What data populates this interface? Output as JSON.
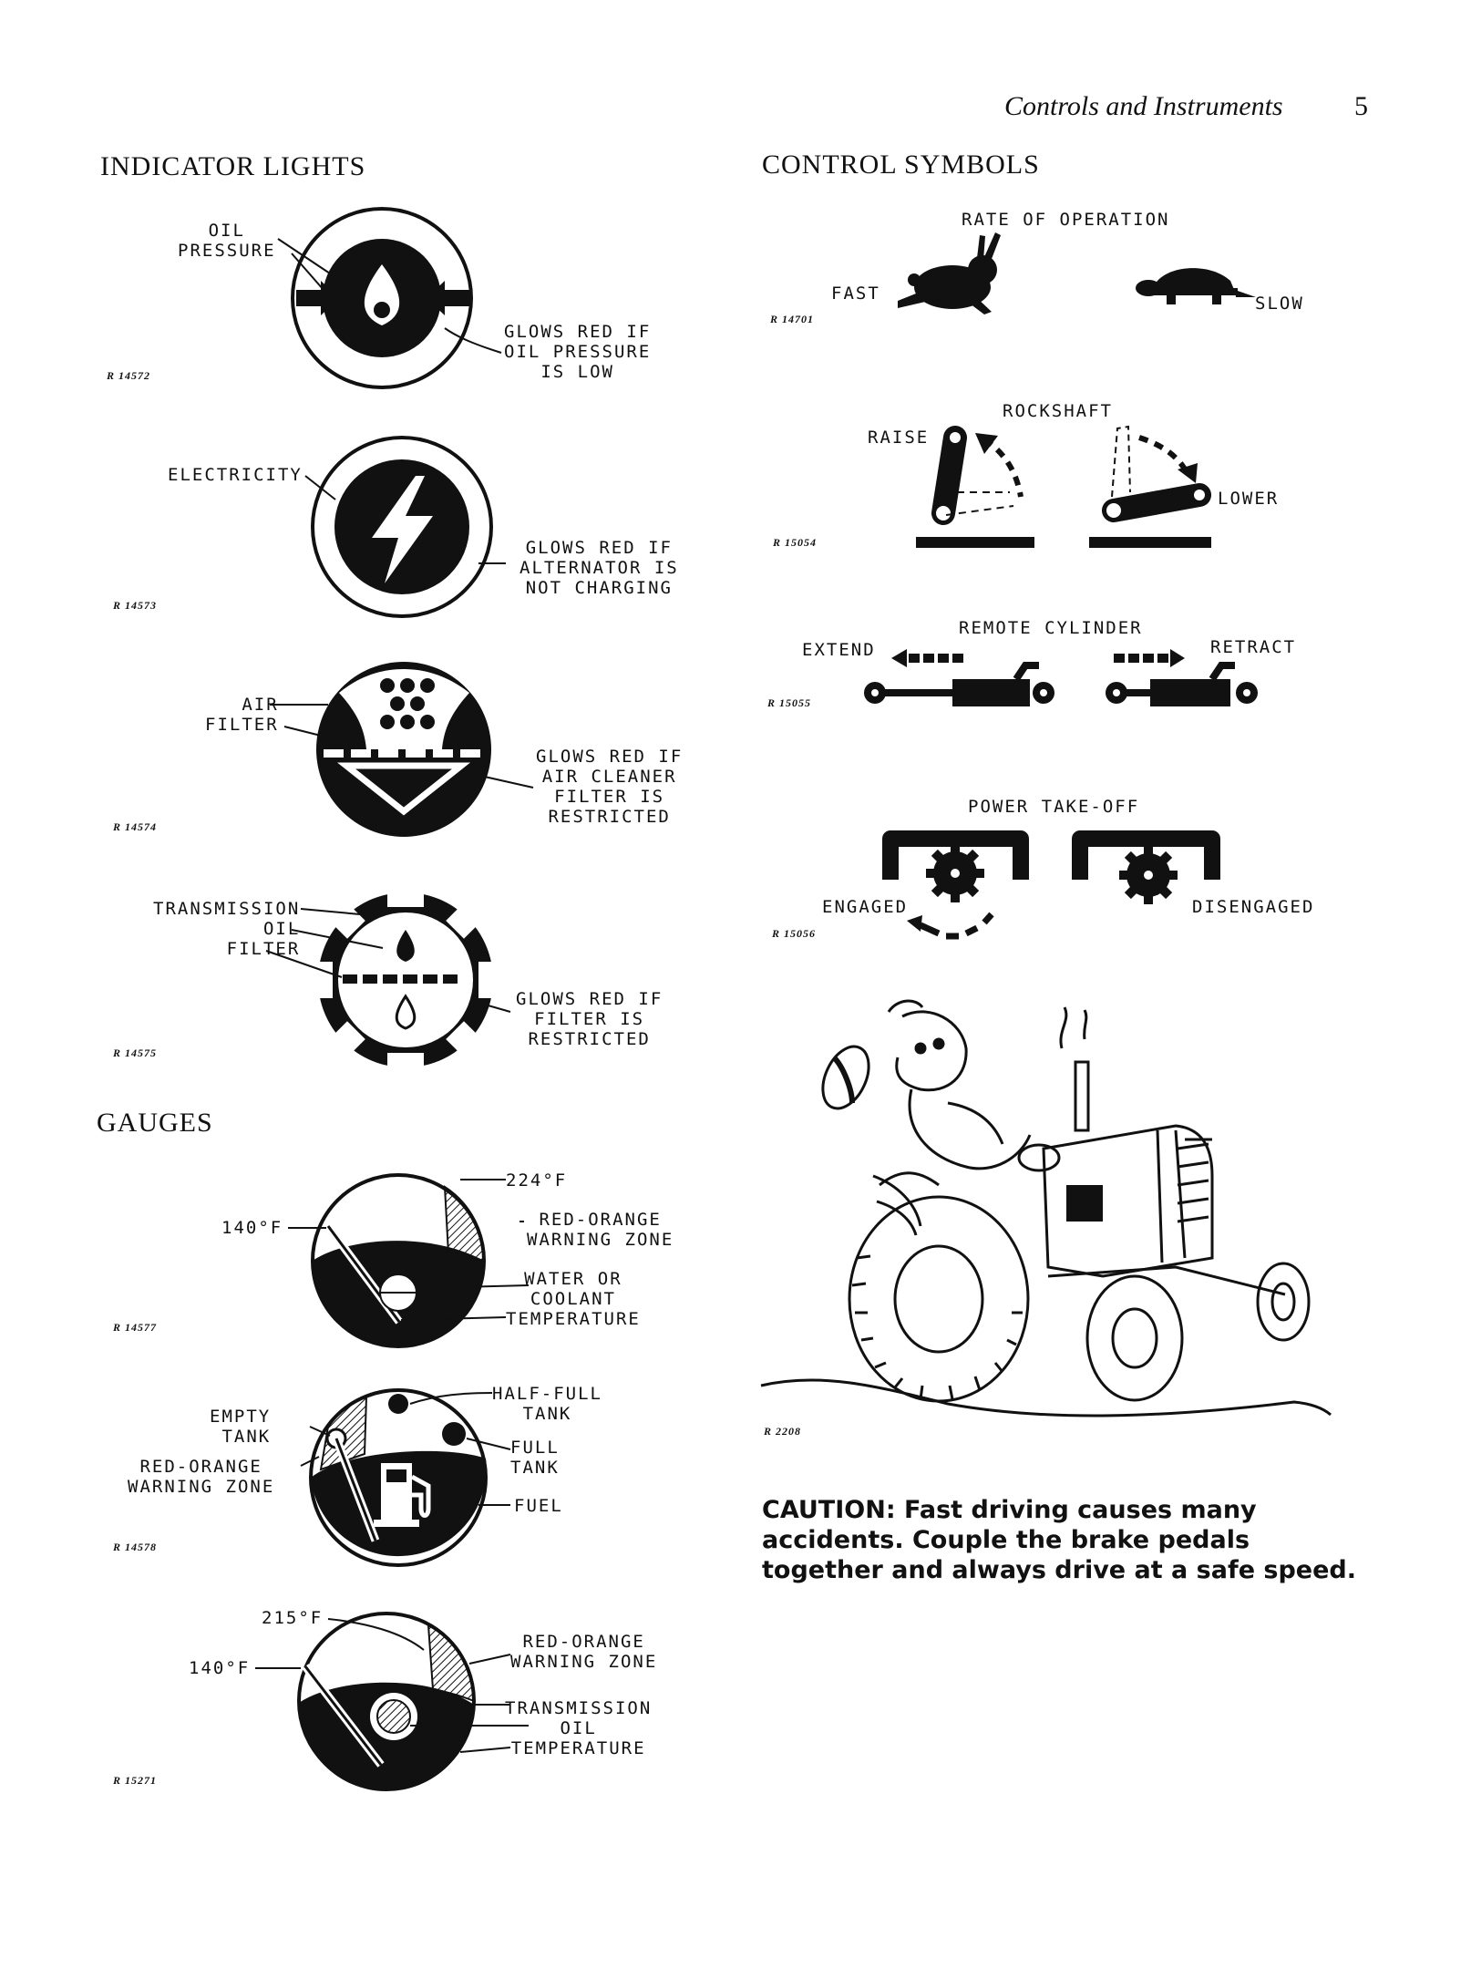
{
  "header": {
    "running_title": "Controls and Instruments",
    "page_number": "5"
  },
  "indicator_lights": {
    "heading": "INDICATOR LIGHTS",
    "oil": {
      "name": "OIL\nPRESSURE",
      "desc": "GLOWS RED IF\nOIL PRESSURE\nIS LOW",
      "ref": "R 14572"
    },
    "electricity": {
      "name": "ELECTRICITY",
      "desc": "GLOWS RED IF\nALTERNATOR IS\nNOT CHARGING",
      "ref": "R 14573"
    },
    "air": {
      "name": "AIR\nFILTER",
      "desc": "GLOWS RED IF\nAIR CLEANER\nFILTER IS\nRESTRICTED",
      "ref": "R 14574"
    },
    "trans": {
      "name": "TRANSMISSION\nOIL\nFILTER",
      "desc": "GLOWS RED IF\nFILTER IS\nRESTRICTED",
      "ref": "R 14575"
    }
  },
  "gauges": {
    "heading": "GAUGES",
    "water": {
      "max": "224°F",
      "min": "140°F",
      "zone": "RED-ORANGE\nWARNING ZONE",
      "desc": "WATER OR\nCOOLANT\nTEMPERATURE",
      "ref": "R 14577"
    },
    "fuel": {
      "half": "HALF-FULL\nTANK",
      "empty": "EMPTY\nTANK",
      "full": "FULL\nTANK",
      "zone": "RED-ORANGE\nWARNING ZONE",
      "desc": "FUEL",
      "ref": "R 14578"
    },
    "trans": {
      "max": "215°F",
      "min": "140°F",
      "zone": "RED-ORANGE\nWARNING ZONE",
      "desc": "TRANSMISSION\nOIL\nTEMPERATURE",
      "ref": "R 15271"
    }
  },
  "control_symbols": {
    "heading": "CONTROL SYMBOLS",
    "rate": {
      "title": "RATE OF OPERATION",
      "fast": "FAST",
      "slow": "SLOW",
      "ref": "R 14701"
    },
    "rockshaft": {
      "title": "ROCKSHAFT",
      "raise": "RAISE",
      "lower": "LOWER",
      "ref": "R 15054"
    },
    "remote": {
      "title": "REMOTE CYLINDER",
      "extend": "EXTEND",
      "retract": "RETRACT",
      "ref": "R 15055"
    },
    "pto": {
      "title": "POWER TAKE-OFF",
      "engaged": "ENGAGED",
      "disengaged": "DISENGAGED",
      "ref": "R 15056"
    }
  },
  "cartoon": {
    "ref": "R 2208"
  },
  "caution": {
    "text": "CAUTION: Fast driving causes many accidents. Couple the brake pedals together and always drive at a safe speed."
  }
}
